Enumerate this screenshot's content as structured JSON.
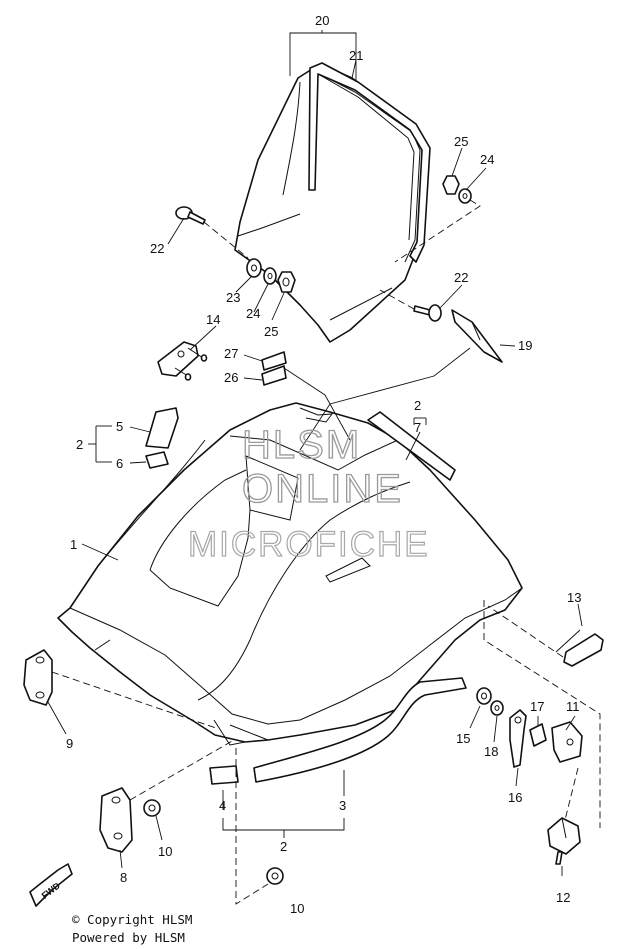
{
  "callouts": {
    "c1": "1",
    "c2a": "2",
    "c2b": "2",
    "c2c": "2",
    "c3": "3",
    "c4": "4",
    "c5": "5",
    "c6": "6",
    "c7": "7",
    "c8": "8",
    "c9": "9",
    "c10a": "10",
    "c10b": "10",
    "c11": "11",
    "c12": "12",
    "c13": "13",
    "c14": "14",
    "c15": "15",
    "c16": "16",
    "c17": "17",
    "c18": "18",
    "c19": "19",
    "c20": "20",
    "c21": "21",
    "c22a": "22",
    "c22b": "22",
    "c23": "23",
    "c24a": "24",
    "c24b": "24",
    "c25a": "25",
    "c25b": "25",
    "c26": "26",
    "c27": "27"
  },
  "watermark": {
    "line1": "HLSM",
    "line2": "ONLINE",
    "line3": "MICROFICHE"
  },
  "fwd_label": "FWD",
  "footer": {
    "copyright": "© Copyright HLSM",
    "powered": "Powered by HLSM"
  }
}
